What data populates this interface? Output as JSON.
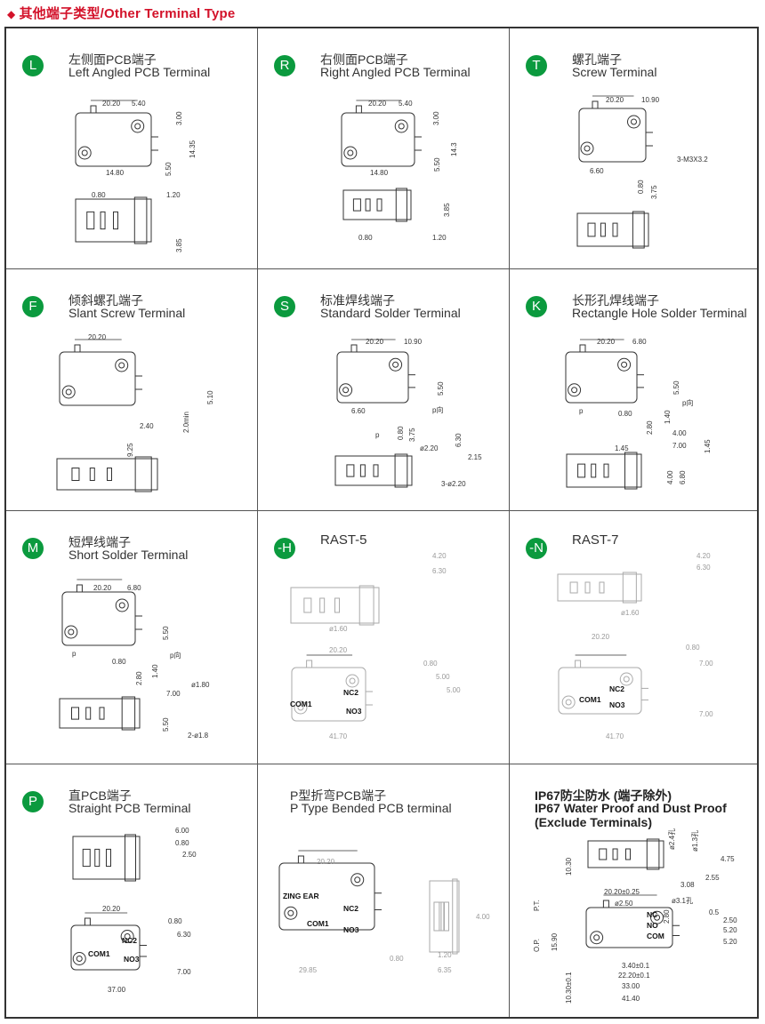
{
  "header": {
    "icon": "diamond-icon",
    "title": "其他端子类型/Other Terminal Type",
    "color": "#d3122a"
  },
  "badge_color": "#0b9a3e",
  "cells": [
    {
      "badge": "L",
      "title_cn": "左侧面PCB端子",
      "title_en": "Left Angled PCB Terminal",
      "dims": [
        "20.20",
        "5.40",
        "3.00",
        "14.35",
        "5.50",
        "14.80",
        "0.80",
        "1.20",
        "3.85"
      ]
    },
    {
      "badge": "R",
      "title_cn": "右侧面PCB端子",
      "title_en": "Right Angled PCB Terminal",
      "dims": [
        "20.20",
        "5.40",
        "3.00",
        "14.3",
        "5.50",
        "14.80",
        "3.85",
        "0.80",
        "1.20"
      ]
    },
    {
      "badge": "T",
      "title_cn": "螺孔端子",
      "title_en": "Screw Terminal",
      "dims": [
        "20.20",
        "10.90",
        "3-M3X3.2",
        "6.60",
        "0.80",
        "3.75"
      ]
    },
    {
      "badge": "F",
      "title_cn": "倾斜螺孔端子",
      "title_en": "Slant Screw Terminal",
      "dims": [
        "20.20",
        "5.10",
        "2.40",
        "9.25",
        "2.0min"
      ]
    },
    {
      "badge": "S",
      "title_cn": "标准焊线端子",
      "title_en": "Standard Solder Terminal",
      "dims": [
        "20.20",
        "10.90",
        "5.50",
        "6.60",
        "p向",
        "p",
        "0.80",
        "3.75",
        "6.30",
        "ø2.20",
        "2.15",
        "3-ø2.20"
      ]
    },
    {
      "badge": "K",
      "title_cn": "长形孔焊线端子",
      "title_en": "Rectangle Hole Solder Terminal",
      "dims": [
        "20.20",
        "6.80",
        "5.50",
        "p向",
        "1.40",
        "p",
        "0.80",
        "2.80",
        "4.00",
        "7.00",
        "1.45",
        "1.45",
        "4.00",
        "6.80"
      ]
    },
    {
      "badge": "M",
      "title_cn": "短焊线端子",
      "title_en": "Short Solder Terminal",
      "dims": [
        "20.20",
        "6.80",
        "5.50",
        "p",
        "0.80",
        "p向",
        "1.40",
        "2.80",
        "ø1.80",
        "7.00",
        "5.50",
        "2-ø1.8"
      ]
    },
    {
      "badge": "-H",
      "title_cn": "RAST-5",
      "dims": [
        "4.20",
        "6.30",
        "ø1.60",
        "20.20",
        "0.80",
        "5.00",
        "5.00",
        "41.70",
        "NC2",
        "COM1",
        "NO3"
      ]
    },
    {
      "badge": "-N",
      "title_cn": "RAST-7",
      "dims": [
        "4.20",
        "6.30",
        "ø1.60",
        "20.20",
        "0.80",
        "7.00",
        "7.00",
        "41.70",
        "NC2",
        "COM1",
        "NO3"
      ]
    },
    {
      "badge": "P",
      "title_cn": "直PCB端子",
      "title_en": "Straight PCB Terminal",
      "dims": [
        "6.00",
        "0.80",
        "2.50",
        "20.20",
        "0.80",
        "6.30",
        "7.00",
        "37.00",
        "NC2",
        "COM1",
        "NO3"
      ]
    },
    {
      "title_cn": "P型折弯PCB端子",
      "title_en": "P Type Bended PCB terminal",
      "dims": [
        "20.20",
        "ZING EAR",
        "NC2",
        "COM1",
        "NO3",
        "4.00",
        "0.80",
        "1.20",
        "29.85",
        "6.35"
      ]
    },
    {
      "title_cn": "IP67防尘防水 (端子除外)",
      "title_en": "IP67 Water Proof and Dust Proof",
      "title_en2": "(Exclude Terminals)",
      "dims": [
        "ø2.4孔",
        "ø1.3孔",
        "10.30",
        "4.75",
        "2.55",
        "3.08",
        "P.T.",
        "20.20±0.25",
        "ø2.50",
        "2.80",
        "ø3.1孔",
        "0.5",
        "2.50",
        "O.P.",
        "15.90",
        "5.20",
        "5.20",
        "3.40±0.1",
        "22.20±0.1",
        "10.30±0.1",
        "33.00",
        "41.40",
        "NC",
        "NO",
        "COM"
      ]
    }
  ]
}
